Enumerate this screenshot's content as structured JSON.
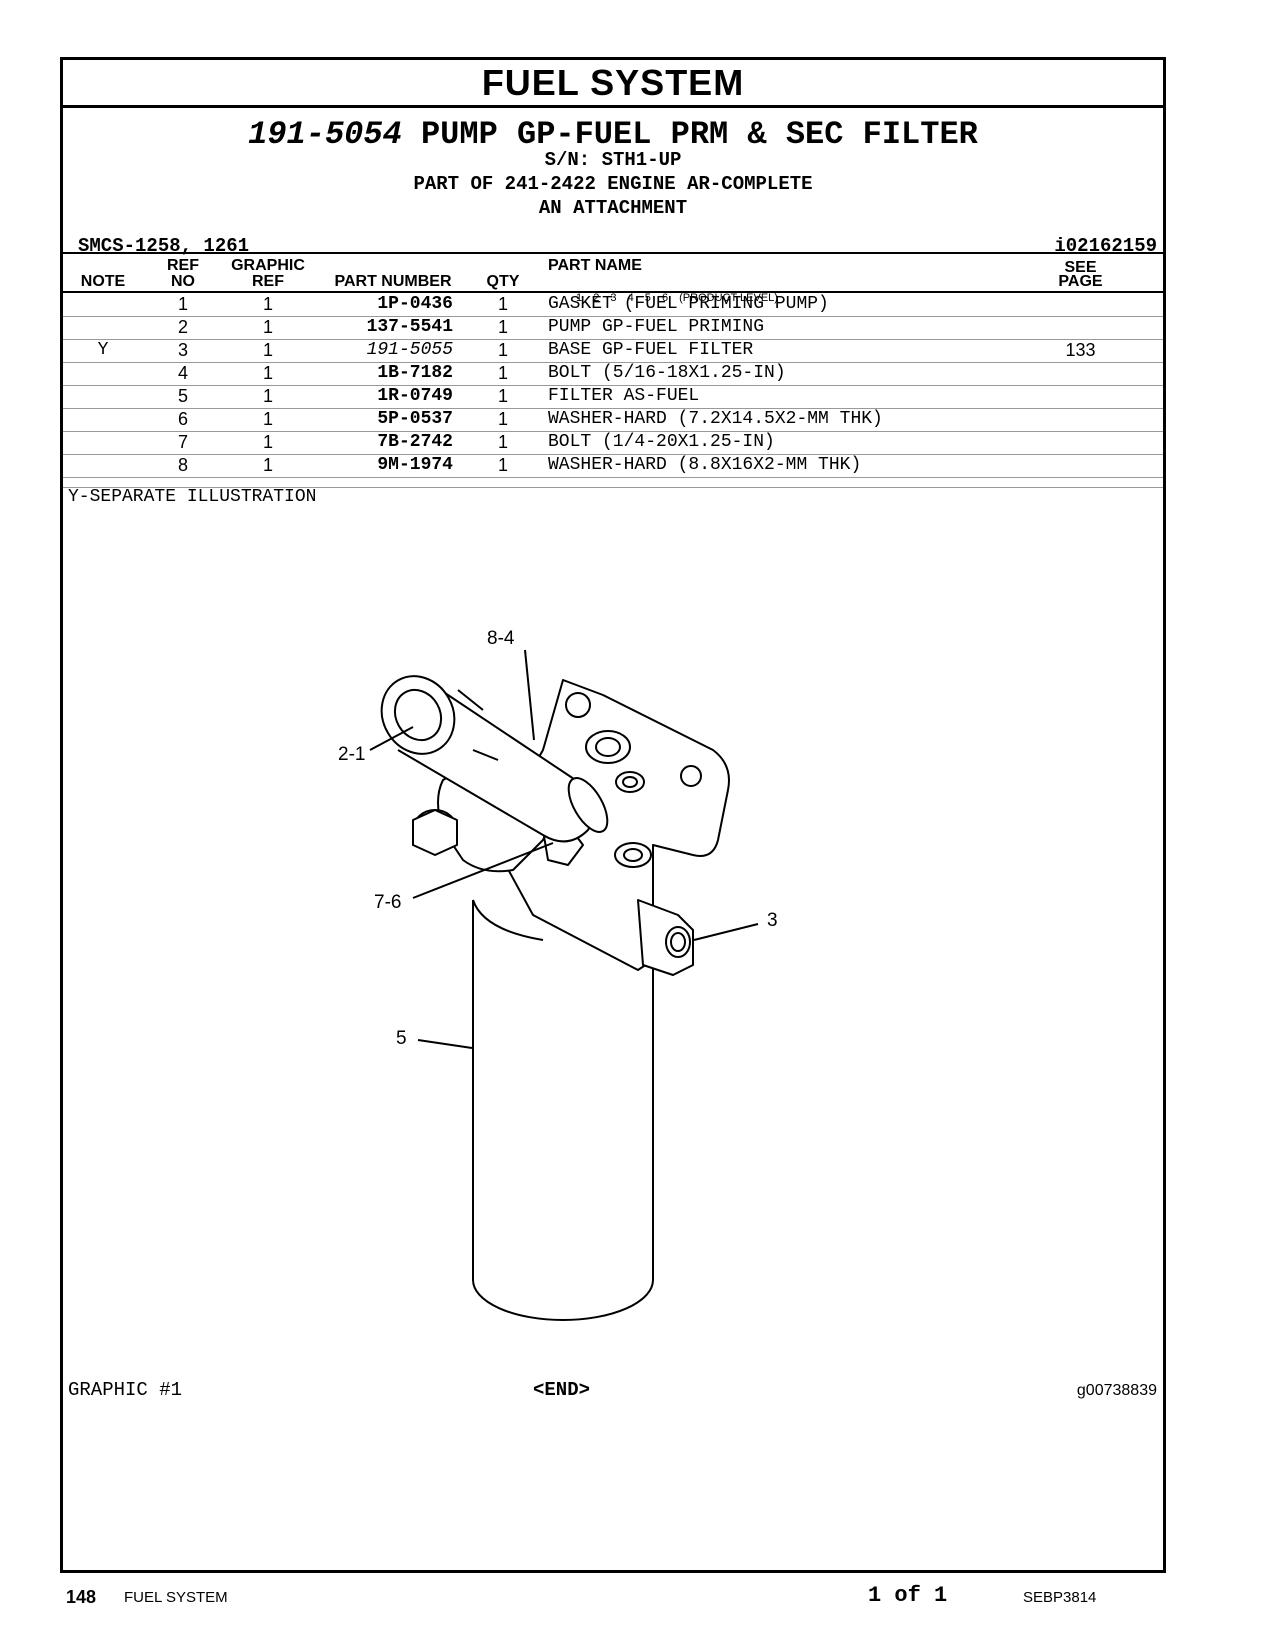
{
  "section_title": "FUEL SYSTEM",
  "group": {
    "part_number": "191-5054",
    "name": "PUMP GP-FUEL PRM & SEC FILTER",
    "serial": "S/N: STH1-UP",
    "part_of": "PART OF 241-2422 ENGINE AR-COMPLETE",
    "attachment": "AN ATTACHMENT"
  },
  "smcs": "SMCS-1258, 1261",
  "info_id": "i02162159",
  "table": {
    "headers": {
      "note": "NOTE",
      "ref_top": "REF",
      "ref_bottom": "NO",
      "gref_top": "GRAPHIC",
      "gref_bottom": "REF",
      "part_number": "PART NUMBER",
      "qty": "QTY",
      "part_name": "PART NAME",
      "levels": [
        "1",
        "2",
        "3",
        "4",
        "5",
        "6"
      ],
      "level_label": "(PRODUCT LEVEL)",
      "see_top": "SEE",
      "see_bottom": "PAGE"
    },
    "rows": [
      {
        "note": "",
        "ref": "1",
        "gref": "1",
        "part": "1P-0436",
        "qty": "1",
        "name": "GASKET (FUEL PRIMING PUMP)",
        "see": ""
      },
      {
        "note": "",
        "ref": "2",
        "gref": "1",
        "part": "137-5541",
        "qty": "1",
        "name": "PUMP GP-FUEL PRIMING",
        "see": ""
      },
      {
        "note": "Y",
        "ref": "3",
        "gref": "1",
        "part": "191-5055",
        "qty": "1",
        "name": "BASE GP-FUEL FILTER",
        "see": "133",
        "italic": true
      },
      {
        "note": "",
        "ref": "4",
        "gref": "1",
        "part": "1B-7182",
        "qty": "1",
        "name": "BOLT (5/16-18X1.25-IN)",
        "see": ""
      },
      {
        "note": "",
        "ref": "5",
        "gref": "1",
        "part": "1R-0749",
        "qty": "1",
        "name": "FILTER AS-FUEL",
        "see": ""
      },
      {
        "note": "",
        "ref": "6",
        "gref": "1",
        "part": "5P-0537",
        "qty": "1",
        "name": "WASHER-HARD (7.2X14.5X2-MM THK)",
        "see": ""
      },
      {
        "note": "",
        "ref": "7",
        "gref": "1",
        "part": "7B-2742",
        "qty": "1",
        "name": "BOLT (1/4-20X1.25-IN)",
        "see": ""
      },
      {
        "note": "",
        "ref": "8",
        "gref": "1",
        "part": "9M-1974",
        "qty": "1",
        "name": "WASHER-HARD (8.8X16X2-MM THK)",
        "see": ""
      }
    ],
    "footnote": "Y-SEPARATE ILLUSTRATION"
  },
  "illustration": {
    "callouts": {
      "c84": "8-4",
      "c21": "2-1",
      "c76": "7-6",
      "c3": "3",
      "c5": "5"
    },
    "label": "GRAPHIC #1",
    "end": "<END>",
    "graphic_id": "g00738839"
  },
  "footer": {
    "page": "148",
    "section": "FUEL SYSTEM",
    "page_of": "1 of 1",
    "doc": "SEBP3814"
  }
}
